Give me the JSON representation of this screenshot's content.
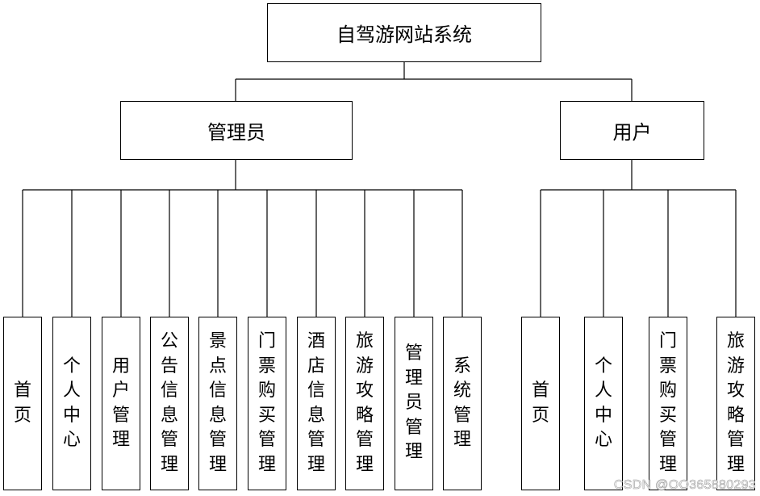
{
  "diagram": {
    "root": "自驾游网站系统",
    "admin": {
      "label": "管理员",
      "modules": [
        "首页",
        "个人中心",
        "用户管理",
        "公告信息管理",
        "景点信息管理",
        "门票购买管理",
        "酒店信息管理",
        "旅游攻略管理",
        "管理员管理",
        "系统管理"
      ]
    },
    "user": {
      "label": "用户",
      "modules": [
        "首页",
        "个人中心",
        "门票购买管理",
        "旅游攻略管理"
      ]
    }
  },
  "watermark": "CSDN @OO365880293",
  "colors": {
    "line": "#000000",
    "box_border": "#000000",
    "background": "#ffffff"
  }
}
